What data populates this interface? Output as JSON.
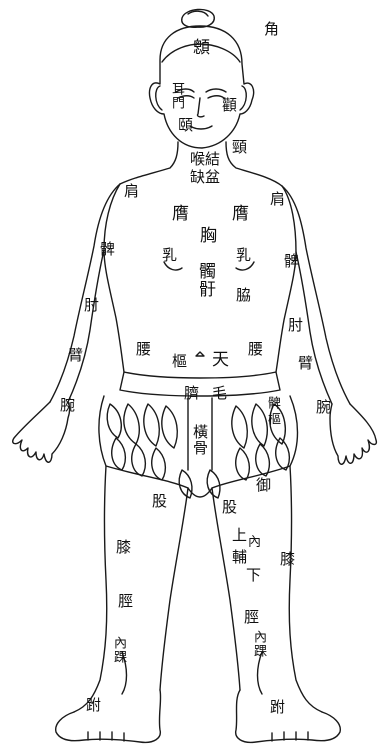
{
  "labels": {
    "jiao": "角",
    "e": "顖",
    "er_men": "耳門",
    "quan": "顴",
    "e_chin": "頤",
    "jing": "頸",
    "hou_jie": "喉結",
    "que_pen": "缺盆",
    "jian_left": "肩",
    "jian_right": "肩",
    "ying_left": "膺",
    "ying_right": "膺",
    "xiong": "胸",
    "ru_left": "乳",
    "ru_right": "乳",
    "he_yu": "髑骬",
    "bei_left": "髀",
    "bei_right": "髀",
    "zhou_left": "肘",
    "zhou_right": "肘",
    "xie": "脇",
    "bi_left": "臂",
    "bi_right": "臂",
    "wan_left": "腕",
    "wan_right": "腕",
    "yao_left": "腰",
    "yao_right": "腰",
    "shu": "樞",
    "tian": "天",
    "mao": "毛",
    "ji": "臍",
    "heng_gu": "橫骨",
    "bi_hip": "髀",
    "shu_right": "樞",
    "yu": "御",
    "gu_left": "股",
    "gu_right": "股",
    "shang": "上",
    "nei": "內",
    "fu": "輔",
    "xia": "下",
    "xi_left": "膝",
    "xi_right": "膝",
    "jing_shin_left": "脛",
    "jing_shin_right": "脛",
    "nei_huai_left": "內踝",
    "nei_huai_right": "內踝",
    "zu_left": "跗",
    "zu_right": "跗"
  }
}
